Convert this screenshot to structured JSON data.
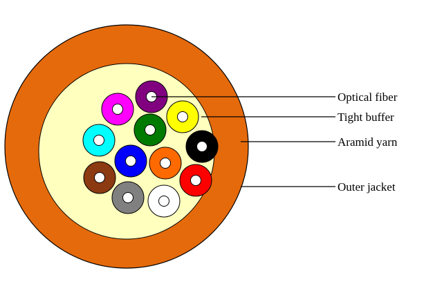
{
  "diagram": {
    "labels": {
      "optical_fiber": "Optical fiber",
      "tight_buffer": "Tight buffer",
      "aramid_yarn": "Aramid yarn",
      "outer_jacket": "Outer jacket"
    },
    "colors": {
      "outer_jacket": "#e56a0c",
      "aramid_yarn": "#ffffbe",
      "fiber_core": "#ffffff",
      "outline": "#000000"
    },
    "fibers": [
      {
        "color_name": "violet",
        "color": "#800080"
      },
      {
        "color_name": "magenta",
        "color": "#ff00ff"
      },
      {
        "color_name": "yellow",
        "color": "#ffff00"
      },
      {
        "color_name": "green",
        "color": "#007a00"
      },
      {
        "color_name": "cyan",
        "color": "#00ffff"
      },
      {
        "color_name": "black",
        "color": "#000000"
      },
      {
        "color_name": "blue",
        "color": "#0000ff"
      },
      {
        "color_name": "orange",
        "color": "#ff6a00"
      },
      {
        "color_name": "brown",
        "color": "#8b3a12"
      },
      {
        "color_name": "red",
        "color": "#ff0000"
      },
      {
        "color_name": "gray",
        "color": "#808080"
      },
      {
        "color_name": "white",
        "color": "#ffffff"
      }
    ]
  }
}
